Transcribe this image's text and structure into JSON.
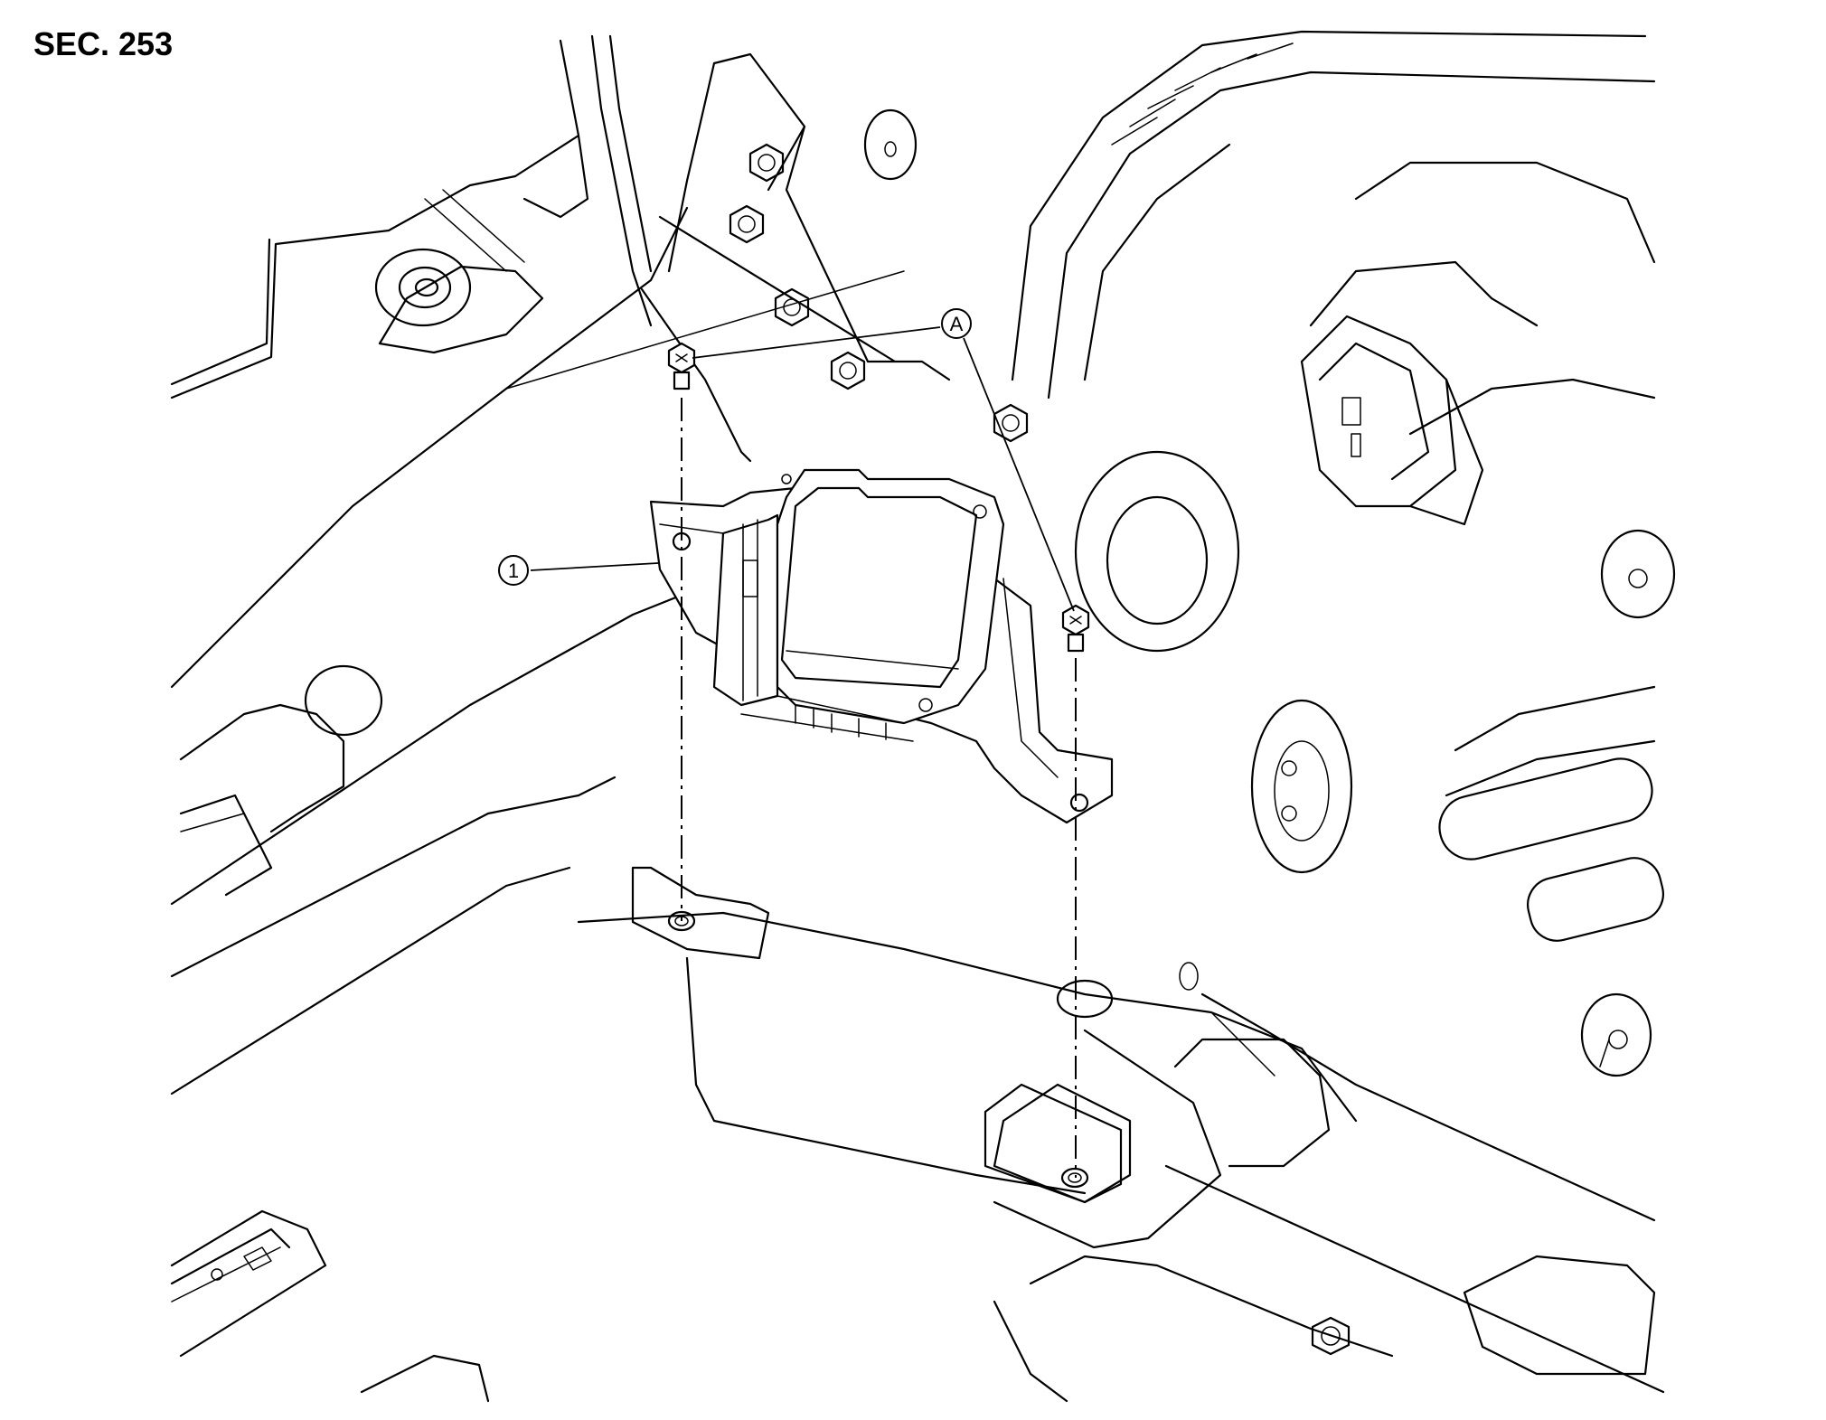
{
  "section": {
    "label": "SEC. 253"
  },
  "callouts": {
    "part_1": "1",
    "bolt_a": "A"
  },
  "icons": [
    "bolt-icon",
    "hex-nut-icon",
    "grommet-icon"
  ]
}
